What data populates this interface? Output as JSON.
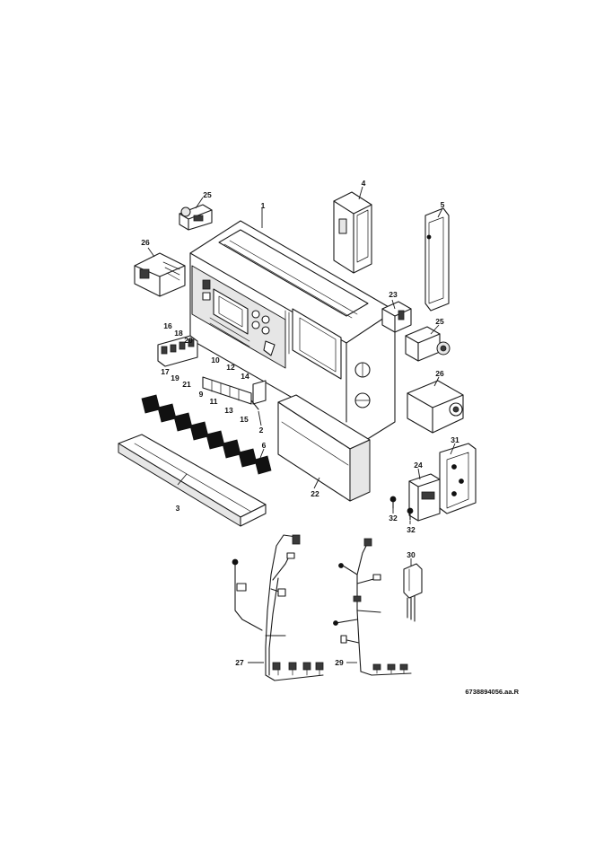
{
  "document_code": "6738894056.aa.R",
  "callouts": {
    "c1": "1",
    "c2": "2",
    "c3": "3",
    "c4": "4",
    "c5": "5",
    "c6": "6",
    "c9": "9",
    "c10": "10",
    "c11": "11",
    "c12": "12",
    "c13": "13",
    "c14": "14",
    "c15": "15",
    "c16": "16",
    "c17": "17",
    "c18": "18",
    "c19": "19",
    "c20": "20",
    "c21": "21",
    "c22": "22",
    "c23": "23",
    "c24": "24",
    "c25a": "25",
    "c25b": "25",
    "c26a": "26",
    "c26b": "26",
    "c27": "27",
    "c29": "29",
    "c30": "30",
    "c31": "31",
    "c32a": "32",
    "c32b": "32"
  }
}
